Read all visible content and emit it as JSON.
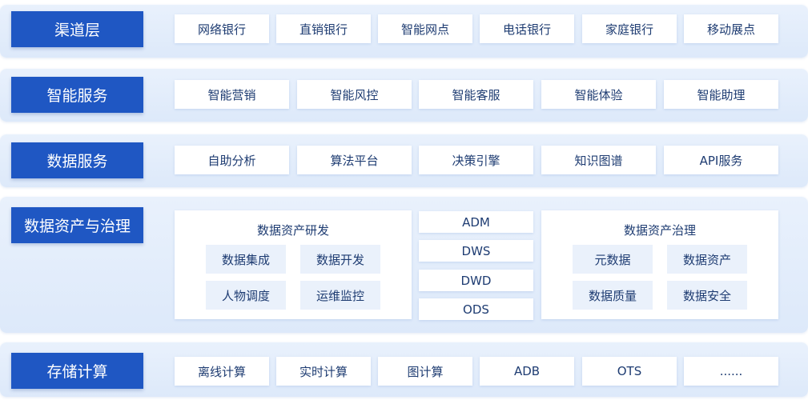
{
  "rows": {
    "channel": {
      "label": "渠道层",
      "items": [
        "网络银行",
        "直销银行",
        "智能网点",
        "电话银行",
        "家庭银行",
        "移动展点"
      ]
    },
    "smart": {
      "label": "智能服务",
      "items": [
        "智能营销",
        "智能风控",
        "智能客服",
        "智能体验",
        "智能助理"
      ]
    },
    "data_service": {
      "label": "数据服务",
      "items": [
        "自助分析",
        "算法平台",
        "决策引擎",
        "知识图谱",
        "API服务"
      ]
    },
    "asset": {
      "label": "数据资产与治理",
      "dev": {
        "title": "数据资产研发",
        "items": [
          "数据集成",
          "数据开发",
          "人物调度",
          "运维监控"
        ]
      },
      "layers": [
        "ADM",
        "DWS",
        "DWD",
        "ODS"
      ],
      "gov": {
        "title": "数据资产治理",
        "items": [
          "元数据",
          "数据资产",
          "数据质量",
          "数据安全"
        ]
      }
    },
    "storage": {
      "label": "存储计算",
      "items": [
        "离线计算",
        "实时计算",
        "图计算",
        "ADB",
        "OTS",
        "......"
      ]
    }
  },
  "colors": {
    "label_bg": "#1f57c3",
    "band_bg": "#e4eefb",
    "chip_text": "#1e3c72",
    "sub_bg": "#eaf1fb"
  }
}
